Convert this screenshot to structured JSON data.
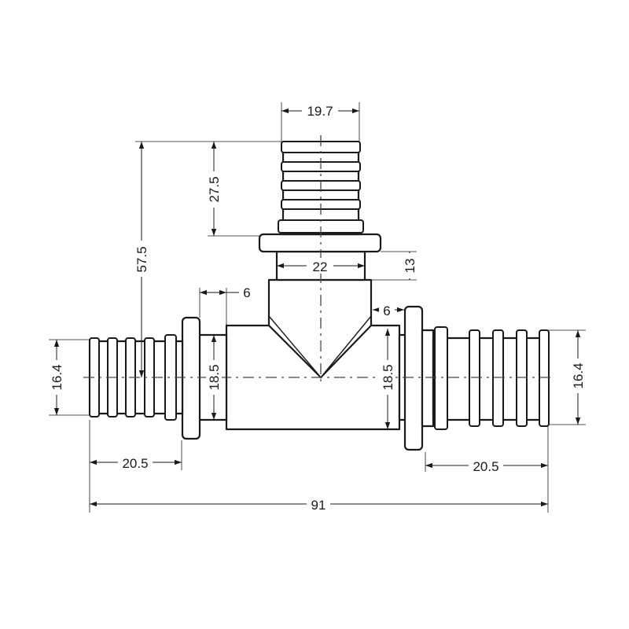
{
  "dimensions": {
    "top_outlet_width": "19.7",
    "top_insert_length": "27.5",
    "overall_height": "57.5",
    "top_body_width": "22",
    "top_flange_height": "13",
    "left_shoulder_width": "6",
    "right_shoulder_width": "6",
    "left_outer_diameter": "16.4",
    "right_outer_diameter": "16.4",
    "left_inner_diameter": "18.5",
    "right_inner_diameter": "18.5",
    "left_insert_length": "20.5",
    "right_insert_length": "20.5",
    "overall_length": "91"
  }
}
